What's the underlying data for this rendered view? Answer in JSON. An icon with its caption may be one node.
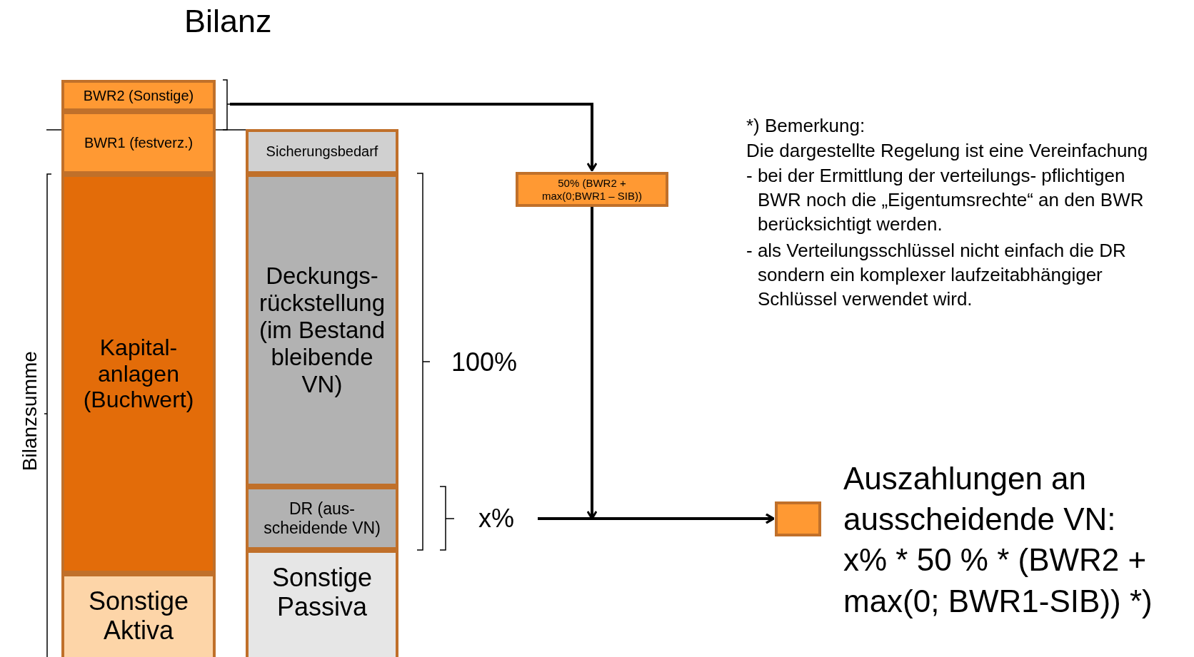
{
  "diagram": {
    "title": "Bilanz",
    "nodes": [
      {
        "text": [
          "BWR2 (Sonstige)"
        ]
      },
      {
        "text": [
          "BWR1 (festverz.)"
        ]
      },
      {
        "text": [
          "Kapital- anlagen (Buchwert)"
        ]
      },
      {
        "text": [
          "Sonstige Aktiva"
        ]
      },
      {
        "text": [
          "Sicherungsbedarf"
        ]
      },
      {
        "text": [
          "Deckungs- rückstellung (im Bestand bleibende VN)"
        ]
      },
      {
        "text": [
          "DR (aus- scheidende VN)"
        ]
      },
      {
        "text": [
          "Sonstige Passiva"
        ]
      },
      {
        "text": [
          "50% (BWR2 + max(0;BWR1 – SIB))"
        ]
      },
      {
        "text": [],
        "shape": "box",
        "beside": [
          "Auszahlungen an ausscheidende VN: x% * 50 % * (BWR2 + max(0; BWR1-SIB)) *)"
        ]
      },
      {
        "text": [
          "x%"
        ]
      }
    ],
    "edges": [
      {
        "from": 0,
        "to": 8,
        "arrow": "to"
      },
      {
        "from": 8,
        "to": 9,
        "arrow": "to"
      },
      {
        "from": 10,
        "to": 9,
        "arrow": "to"
      }
    ],
    "labels": [
      "Bilanzsumme",
      "100%",
      "*) Bemerkung:",
      "Die dargestellte Regelung ist eine Vereinfachung",
      "- bei der Ermittlung der verteilungs- pflichtigen BWR noch die „Eigentumsrechte“ an den BWR berücksichtigt werden.",
      "- als Verteilungsschlüssel nicht einfach die DR sondern ein komplexer laufzeitabhängiger Schlüssel verwendet wird."
    ]
  }
}
